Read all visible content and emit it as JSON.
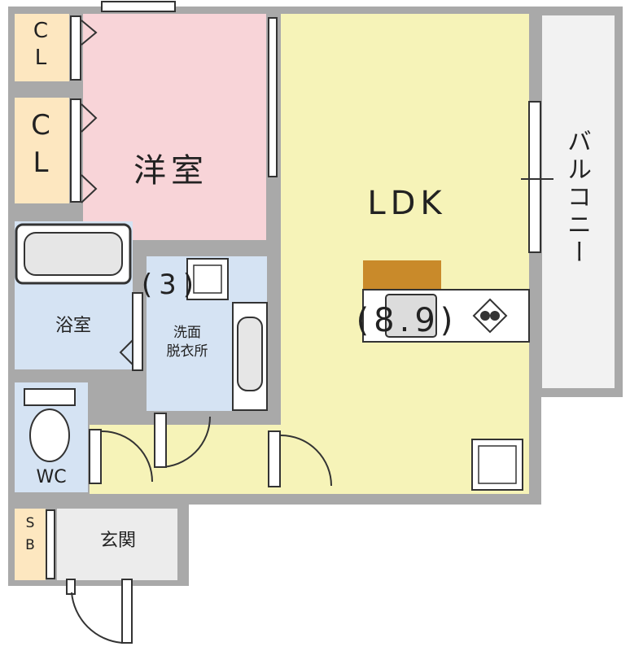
{
  "rooms": {
    "western_room": {
      "name": "洋室",
      "size": "(3)"
    },
    "ldk": {
      "name": "LDK",
      "size": "(8.9)"
    },
    "bathroom": {
      "name": "浴室"
    },
    "washroom": {
      "name": "洗面\n脱衣所"
    },
    "wc": {
      "name": "WC"
    },
    "entrance": {
      "name": "玄関"
    },
    "balcony": {
      "name": "バルコニー"
    }
  },
  "closets": [
    {
      "label": "C\nL"
    },
    {
      "label": "C\nL"
    }
  ],
  "shoebox": {
    "label": "S\nB"
  },
  "colors": {
    "wall": "#a9a9a9",
    "western_room_floor": "#f8d4d8",
    "ldk_floor": "#f6f3b8",
    "wet_area_floor": "#d5e3f3",
    "closet_floor": "#fde7c0",
    "counter": "#c98a2a",
    "entrance_floor": "#ececec"
  }
}
